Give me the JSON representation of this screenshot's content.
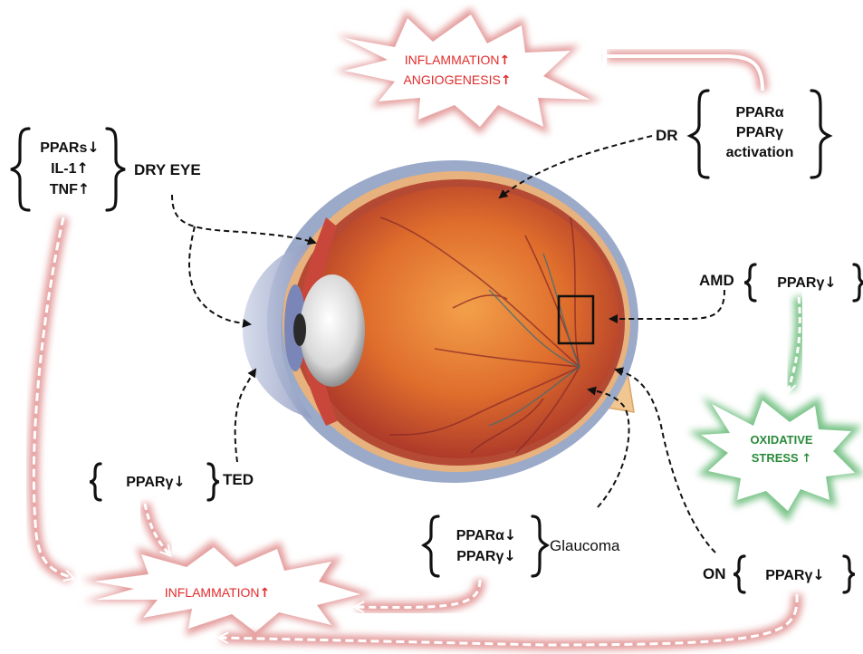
{
  "burst_top": {
    "line1": "INFLAMMATION",
    "line2": "ANGIOGENESIS",
    "arrow": "↑"
  },
  "burst_bottom": {
    "text": "INFLAMMATION",
    "arrow": "↑"
  },
  "burst_oxidative": {
    "line1": "OXIDATIVE",
    "line2": "STRESS",
    "arrow": "↑"
  },
  "dry_eye": {
    "label": "DRY EYE",
    "items": [
      "PPARs",
      "IL-1",
      "TNF"
    ],
    "arrows": [
      "↓",
      "↑",
      "↑"
    ]
  },
  "dr": {
    "label": "DR",
    "items": [
      "PPARα",
      "PPARγ",
      "activation"
    ]
  },
  "amd": {
    "label": "AMD",
    "item": "PPARγ",
    "arrow": "↓"
  },
  "ted": {
    "label": "TED",
    "item": "PPARγ",
    "arrow": "↓"
  },
  "glaucoma": {
    "label": "Glaucoma",
    "items": [
      "PPARα",
      "PPARγ"
    ],
    "arrows": [
      "↓",
      "↓"
    ]
  },
  "on": {
    "label": "ON",
    "item": "PPARγ",
    "arrow": "↓"
  },
  "colors": {
    "red_burst": "#e8a0a0",
    "red_text": "#e32b2b",
    "green_burst": "#7cc48a",
    "green_text": "#2a8a3a",
    "eye_iris": "#7a86b8",
    "eye_vitreous": "#d9662a"
  }
}
